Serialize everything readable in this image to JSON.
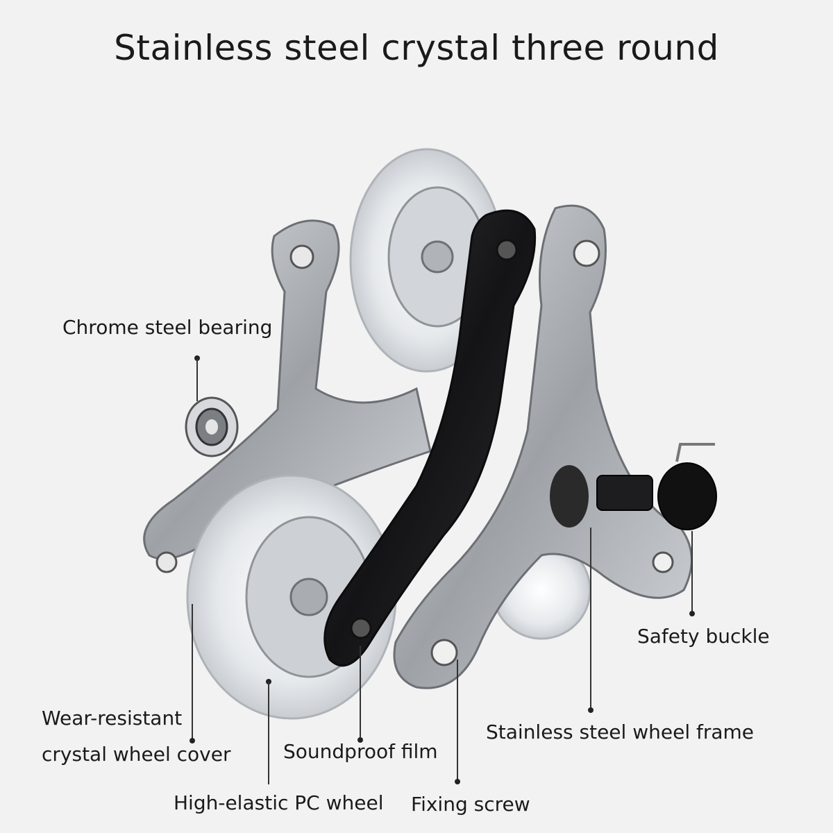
{
  "title": "Stainless steel crystal three round",
  "labels": {
    "chrome_bearing": "Chrome steel bearing",
    "wear_resistant_1": "Wear-resistant",
    "wear_resistant_2": "crystal wheel cover",
    "pc_wheel": "High-elastic PC wheel",
    "soundproof": "Soundproof film",
    "fixing_screw": "Fixing screw",
    "frame": "Stainless steel wheel frame",
    "safety_buckle": "Safety buckle"
  },
  "colors": {
    "background": "#f2f2f2",
    "steel": "#b9bcc0",
    "black_frame": "#1b1b1d",
    "crystal": "#e9ecef",
    "text": "#1a1a1a"
  }
}
